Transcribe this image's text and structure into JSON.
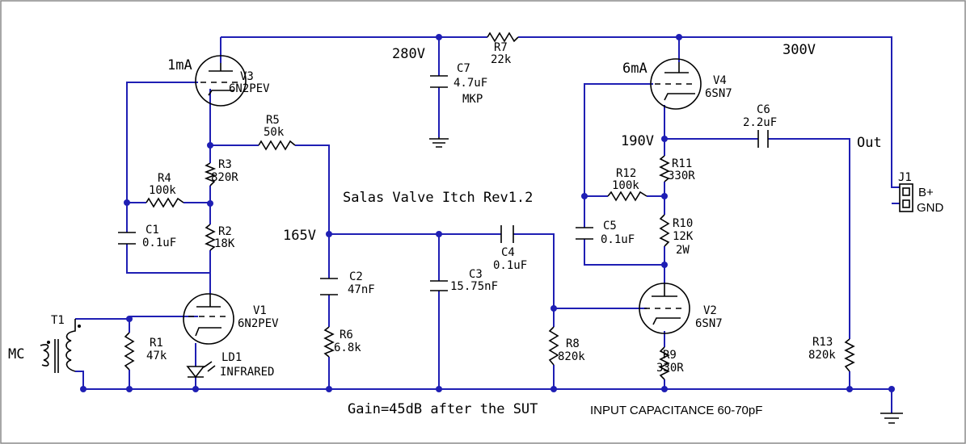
{
  "title": "Salas Valve Itch Rev1.2",
  "notes": {
    "gain": "Gain=45dB after the SUT",
    "input_capacitance": "INPUT CAPACITANCE 60-70pF"
  },
  "voltages": {
    "v280": "280V",
    "v300": "300V",
    "v190": "190V",
    "v165": "165V",
    "i1ma": "1mA",
    "i6ma": "6mA",
    "out": "Out"
  },
  "components": {
    "V3": {
      "ref": "V3",
      "value": "6N2PEV"
    },
    "V1": {
      "ref": "V1",
      "value": "6N2PEV"
    },
    "V4": {
      "ref": "V4",
      "value": "6SN7"
    },
    "V2": {
      "ref": "V2",
      "value": "6SN7"
    },
    "R1": {
      "ref": "R1",
      "value": "47k"
    },
    "R2": {
      "ref": "R2",
      "value": "18K"
    },
    "R3": {
      "ref": "R3",
      "value": "820R"
    },
    "R4": {
      "ref": "R4",
      "value": "100k"
    },
    "R5": {
      "ref": "R5",
      "value": "50k"
    },
    "R6": {
      "ref": "R6",
      "value": "6.8k"
    },
    "R7": {
      "ref": "R7",
      "value": "22k"
    },
    "R8": {
      "ref": "R8",
      "value": "820k"
    },
    "R9": {
      "ref": "R9",
      "value": "330R"
    },
    "R10": {
      "ref": "R10",
      "value": "12K",
      "extra": "2W"
    },
    "R11": {
      "ref": "R11",
      "value": "330R"
    },
    "R12": {
      "ref": "R12",
      "value": "100k"
    },
    "R13": {
      "ref": "R13",
      "value": "820k"
    },
    "C1": {
      "ref": "C1",
      "value": "0.1uF"
    },
    "C2": {
      "ref": "C2",
      "value": "47nF"
    },
    "C3": {
      "ref": "C3",
      "value": "15.75nF"
    },
    "C4": {
      "ref": "C4",
      "value": "0.1uF"
    },
    "C5": {
      "ref": "C5",
      "value": "0.1uF"
    },
    "C6": {
      "ref": "C6",
      "value": "2.2uF"
    },
    "C7": {
      "ref": "C7",
      "value": "4.7uF",
      "extra": "MKP"
    },
    "T1": {
      "ref": "T1",
      "value": "MC"
    },
    "LD1": {
      "ref": "LD1",
      "value": "INFRARED"
    },
    "J1": {
      "ref": "J1",
      "pin1": "B+",
      "pin2": "GND"
    }
  }
}
